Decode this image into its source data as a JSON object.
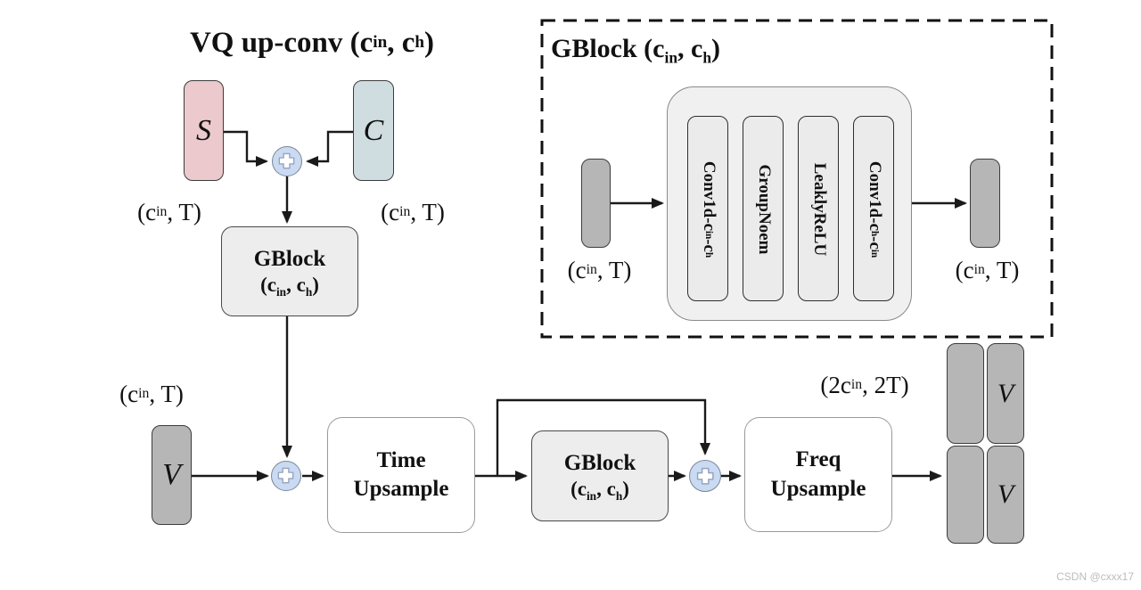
{
  "palette": {
    "s_fill": "#ecc9cd",
    "c_fill": "#cfdce0",
    "sum_fill": "#c9daf2",
    "block_fill": "#ededed",
    "panel_fill": "#f0f0f0",
    "layer_fill": "#ebebeb",
    "tensor_fill": "#b6b6b6",
    "arrow": "#1a1a1a"
  },
  "vq_diagram": {
    "title": [
      [
        "VQ up-conv (c",
        0
      ],
      [
        "in",
        1
      ],
      [
        ", c",
        0
      ],
      [
        "h",
        1
      ],
      [
        ")",
        0
      ]
    ],
    "s_label": "S",
    "c_label": "C",
    "dim_left": [
      [
        "(c",
        0
      ],
      [
        "in",
        1
      ],
      [
        ", T)",
        0
      ]
    ],
    "dim_right": [
      [
        "(c",
        0
      ],
      [
        "in",
        1
      ],
      [
        ", T)",
        0
      ]
    ],
    "gblock": {
      "name": "GBlock",
      "params": [
        [
          "(c",
          0
        ],
        [
          "in",
          1
        ],
        [
          ", c",
          0
        ],
        [
          "h",
          1
        ],
        [
          ")",
          0
        ]
      ]
    }
  },
  "gblock_panel": {
    "title": [
      [
        "GBlock (c",
        0
      ],
      [
        "in",
        1
      ],
      [
        ", c",
        0
      ],
      [
        "h",
        1
      ],
      [
        ")",
        0
      ]
    ],
    "input_dim": [
      [
        "(c",
        0
      ],
      [
        "in",
        1
      ],
      [
        ", T)",
        0
      ]
    ],
    "layers": [
      [
        [
          "Conv1d-c",
          0
        ],
        [
          "in",
          1
        ],
        [
          "-c",
          0
        ],
        [
          "h",
          1
        ]
      ],
      [
        [
          "GroupNoem",
          0
        ]
      ],
      [
        [
          "LeaklyReLU",
          0
        ]
      ],
      [
        [
          "Conv1d-c",
          0
        ],
        [
          "h",
          1
        ],
        [
          "-c",
          0
        ],
        [
          "in",
          1
        ]
      ]
    ],
    "output_dim": [
      [
        "(c",
        0
      ],
      [
        "in",
        1
      ],
      [
        ", T)",
        0
      ]
    ]
  },
  "bottom_flow": {
    "input_dim": [
      [
        "(c",
        0
      ],
      [
        "in",
        1
      ],
      [
        ", T)",
        0
      ]
    ],
    "v_label": "V",
    "time_upsample": {
      "lines": [
        "Time",
        "Upsample"
      ]
    },
    "gblock": {
      "name": "GBlock",
      "params": [
        [
          "(c",
          0
        ],
        [
          "in",
          1
        ],
        [
          ", c",
          0
        ],
        [
          "h",
          1
        ],
        [
          ")",
          0
        ]
      ]
    },
    "freq_upsample": {
      "lines": [
        "Freq",
        "Upsample"
      ]
    },
    "output_dim": [
      [
        "(2c",
        0
      ],
      [
        "in",
        1
      ],
      [
        ", 2T)",
        0
      ]
    ],
    "v_out_top": "V",
    "v_out_bottom": "V"
  },
  "watermark": "CSDN @cxxx17"
}
